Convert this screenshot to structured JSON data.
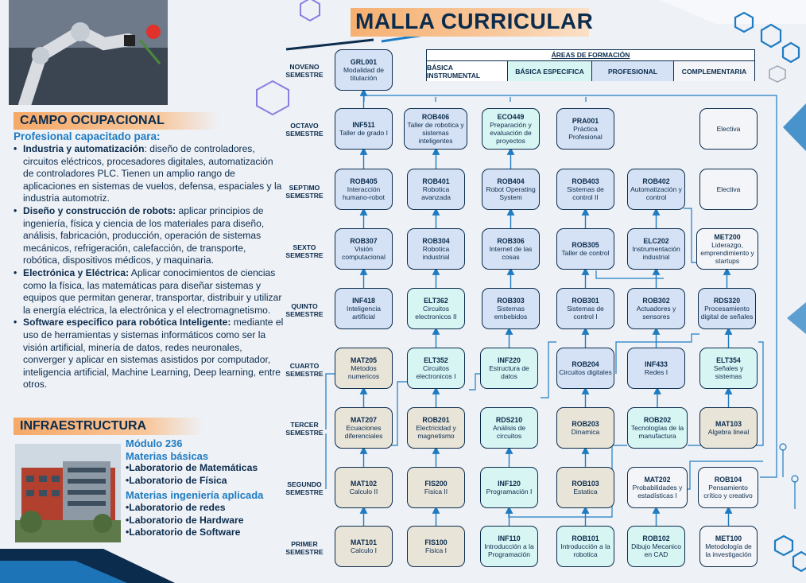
{
  "header": {
    "title": "MALLA CURRICULAR"
  },
  "legend": {
    "title": "ÁREAS DE FORMACIÓN",
    "items": [
      "BÁSICA INSTRUMENTAL",
      "BÁSICA ESPECIFICA",
      "PROFESIONAL",
      "COMPLEMENTARIA"
    ],
    "colors": {
      "basica_instrumental": "#e9e4d8",
      "basica_especifica": "#d7f5f3",
      "profesional": "#d5e2f5",
      "complementaria": "#f4f5f8"
    }
  },
  "campo": {
    "title": "CAMPO OCUPACIONAL",
    "subtitle": "Profesional capacitado para:",
    "items": [
      {
        "bold": "Industria y automatización",
        "text": ": diseño de controladores, circuitos eléctricos, procesadores digitales, automatización de controladores PLC. Tienen un amplio rango de aplicaciones en sistemas de vuelos, defensa, espaciales y la industria automotriz."
      },
      {
        "bold": "Diseño y construcción de robots:",
        "text": " aplicar principios de ingeniería, física y ciencia de los materiales para diseño, análisis, fabricación, producción, operación de sistemas mecánicos, refrigeración, calefacción, de transporte, robótica, dispositivos médicos, y maquinaria."
      },
      {
        "bold": "Electrónica y Eléctrica:",
        "text": " Aplicar conocimientos de ciencias como la física, las matemáticas para diseñar sistemas y equipos que permitan generar, transportar, distribuir y utilizar la energía eléctrica, la electrónica y el electromagnetismo."
      },
      {
        "bold": "Software especifico para robótica Inteligente:",
        "text": " mediante el uso de herramientas y sistemas informáticos como ser la visión artificial, minería de datos, redes neuronales, converger y aplicar en sistemas asistidos por computador, inteligencia artificial, Machine Learning, Deep learning, entre otros."
      }
    ]
  },
  "infra": {
    "title": "INFRAESTRUCTURA",
    "module": "Módulo 236",
    "basicas_title": "Materias básicas",
    "basicas": [
      "Laboratorio de Matemáticas",
      "Laboratorio de Física"
    ],
    "aplicada_title": "Materias ingeniería aplicada",
    "aplicada": [
      "Laboratorio de redes",
      "Laboratorio de Hardware",
      "Laboratorio de Software"
    ]
  },
  "semesters": [
    "NOVENO\nSEMESTRE",
    "OCTAVO\nSEMESTRE",
    "SEPTIMO\nSEMESTRE",
    "SEXTO\nSEMESTRE",
    "QUINTO\nSEMESTRE",
    "CUARTO\nSEMESTRE",
    "TERCER\nSEMESTRE",
    "SEGUNDO\nSEMESTRE",
    "PRIMER\nSEMESTRE"
  ],
  "courses": {
    "GRL001": {
      "code": "GRL001",
      "name": "Modalidad de titulación",
      "area": "prof"
    },
    "INF511": {
      "code": "INF511",
      "name": "Taller de grado I",
      "area": "prof"
    },
    "ROB406": {
      "code": "ROB406",
      "name": "Taller de robotica y sistemas inteligentes",
      "area": "prof"
    },
    "ECO449": {
      "code": "ECO449",
      "name": "Preparación y evaluación de proyectos",
      "area": "spec"
    },
    "PRA001": {
      "code": "PRA001",
      "name": "Práctica Profesional",
      "area": "prof"
    },
    "ELEC8": {
      "code": "",
      "name": "Electiva",
      "area": "comp"
    },
    "ROB405": {
      "code": "ROB405",
      "name": "Interacción humano-robot",
      "area": "prof"
    },
    "ROB401": {
      "code": "ROB401",
      "name": "Robotica avanzada",
      "area": "prof"
    },
    "ROB404": {
      "code": "ROB404",
      "name": "Robot Operating System",
      "area": "prof"
    },
    "ROB403": {
      "code": "ROB403",
      "name": "Sistemas de control II",
      "area": "prof"
    },
    "ROB402": {
      "code": "ROB402",
      "name": "Automatización y control",
      "area": "prof"
    },
    "ELEC7": {
      "code": "",
      "name": "Electiva",
      "area": "comp"
    },
    "ROB307": {
      "code": "ROB307",
      "name": "Visión computacional",
      "area": "prof"
    },
    "ROB304": {
      "code": "ROB304",
      "name": "Robotica industrial",
      "area": "prof"
    },
    "ROB306": {
      "code": "ROB306",
      "name": "Internet de las cosas",
      "area": "prof"
    },
    "ROB305": {
      "code": "ROB305",
      "name": "Taller de control",
      "area": "prof"
    },
    "ELC202": {
      "code": "ELC202",
      "name": "Instrumentación industrial",
      "area": "prof"
    },
    "MET200": {
      "code": "MET200",
      "name": "Liderazgo, emprendimiento y startups",
      "area": "comp"
    },
    "INF418": {
      "code": "INF418",
      "name": "Inteligencia artificial",
      "area": "prof"
    },
    "ELT362": {
      "code": "ELT362",
      "name": "Circuitos electronicos II",
      "area": "spec"
    },
    "ROB303": {
      "code": "ROB303",
      "name": "Sistemas embebidos",
      "area": "prof"
    },
    "ROB301": {
      "code": "ROB301",
      "name": "Sistemas de control I",
      "area": "prof"
    },
    "ROB302": {
      "code": "ROB302",
      "name": "Actuadores y sensores",
      "area": "prof"
    },
    "RDS320": {
      "code": "RDS320",
      "name": "Procesamiento digital de señales",
      "area": "prof"
    },
    "MAT205": {
      "code": "MAT205",
      "name": "Métodos numericos",
      "area": "basic"
    },
    "ELT352": {
      "code": "ELT352",
      "name": "Circuitos electronicos I",
      "area": "spec"
    },
    "INF220": {
      "code": "INF220",
      "name": "Estructura de datos",
      "area": "spec"
    },
    "ROB204": {
      "code": "ROB204",
      "name": "Circuitos digitales",
      "area": "prof"
    },
    "INF433": {
      "code": "INF433",
      "name": "Redes I",
      "area": "prof"
    },
    "ELT354": {
      "code": "ELT354",
      "name": "Señales y sistemas",
      "area": "spec"
    },
    "MAT207": {
      "code": "MAT207",
      "name": "Ecuaciones diferenciales",
      "area": "basic"
    },
    "ROB201": {
      "code": "ROB201",
      "name": "Electricidad y magnetismo",
      "area": "basic"
    },
    "RDS210": {
      "code": "RDS210",
      "name": "Análisis de circuitos",
      "area": "spec"
    },
    "ROB203": {
      "code": "ROB203",
      "name": "Dinamica",
      "area": "basic"
    },
    "ROB202": {
      "code": "ROB202",
      "name": "Tecnologías de la manufactura",
      "area": "spec"
    },
    "MAT103": {
      "code": "MAT103",
      "name": "Algebra lineal",
      "area": "basic"
    },
    "MAT102": {
      "code": "MAT102",
      "name": "Calculo II",
      "area": "basic"
    },
    "FIS200": {
      "code": "FIS200",
      "name": "Fisica II",
      "area": "basic"
    },
    "INF120": {
      "code": "INF120",
      "name": "Programación I",
      "area": "spec"
    },
    "ROB103": {
      "code": "ROB103",
      "name": "Estatica",
      "area": "basic"
    },
    "MAT202": {
      "code": "MAT202",
      "name": "Probabilidades y estadísticas I",
      "area": "comp"
    },
    "ROB104": {
      "code": "ROB104",
      "name": "Pensamiento crítico y creativo",
      "area": "comp"
    },
    "MAT101": {
      "code": "MAT101",
      "name": "Calculo I",
      "area": "basic"
    },
    "FIS100": {
      "code": "FIS100",
      "name": "Fisica I",
      "area": "basic"
    },
    "INF110": {
      "code": "INF110",
      "name": "Introducción a la Programación",
      "area": "spec"
    },
    "ROB101": {
      "code": "ROB101",
      "name": "Introducción a la robotica",
      "area": "spec"
    },
    "ROB102": {
      "code": "ROB102",
      "name": "Dibujo Mecanico en CAD",
      "area": "spec"
    },
    "MET100": {
      "code": "MET100",
      "name": "Metodología de la investigación",
      "area": "comp"
    }
  }
}
